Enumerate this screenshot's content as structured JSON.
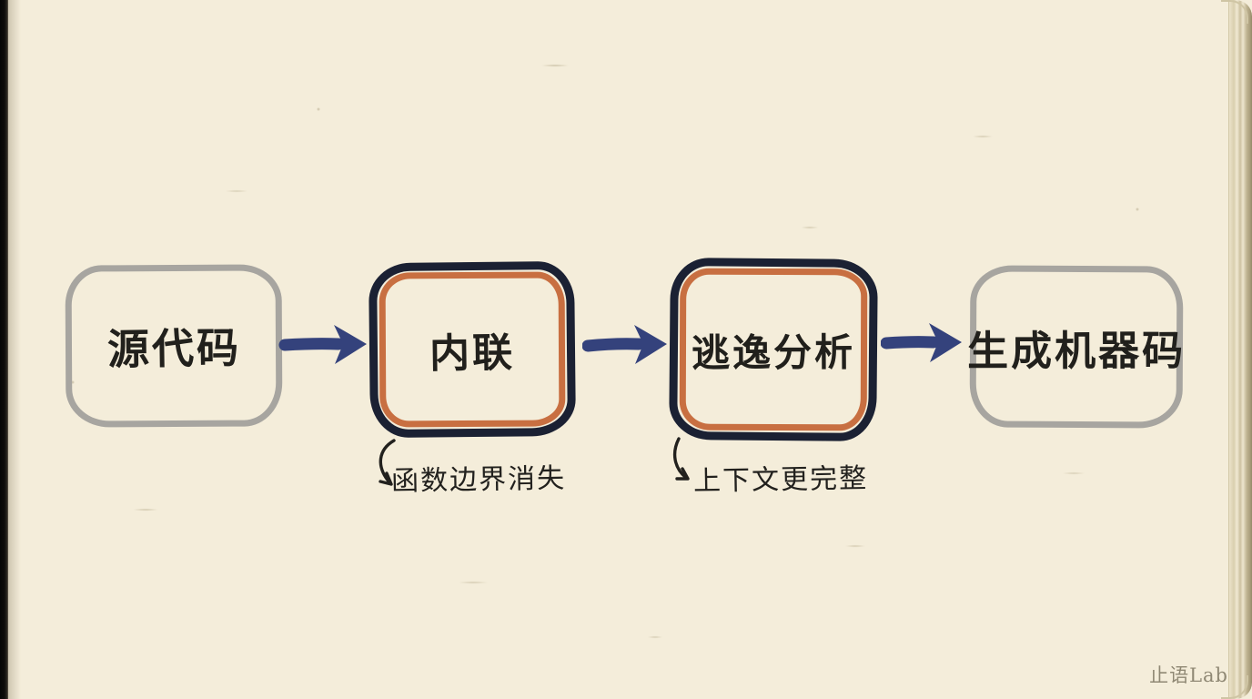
{
  "page": {
    "watermark": "止语Lab"
  },
  "diagram": {
    "type": "flowchart",
    "direction": "left-to-right",
    "nodes": [
      {
        "label": "源代码",
        "emphasis": false
      },
      {
        "label": "内联",
        "emphasis": true
      },
      {
        "label": "逃逸分析",
        "emphasis": true
      },
      {
        "label": "生成机器码",
        "emphasis": false
      }
    ],
    "edges": [
      {
        "from": "源代码",
        "to": "内联"
      },
      {
        "from": "内联",
        "to": "逃逸分析"
      },
      {
        "from": "逃逸分析",
        "to": "生成机器码"
      }
    ],
    "annotations": [
      {
        "attached_to": "内联",
        "text": "函数边界消失"
      },
      {
        "attached_to": "逃逸分析",
        "text": "上下文更完整"
      }
    ]
  },
  "colors": {
    "paper": "#f4edda",
    "ink": "#21201c",
    "arrow_blue": "#34427c",
    "box_gray": "#a7a5a0",
    "box_navy": "#1b2133",
    "box_orange": "#c86f41",
    "watermark_gray": "#8f8874"
  }
}
